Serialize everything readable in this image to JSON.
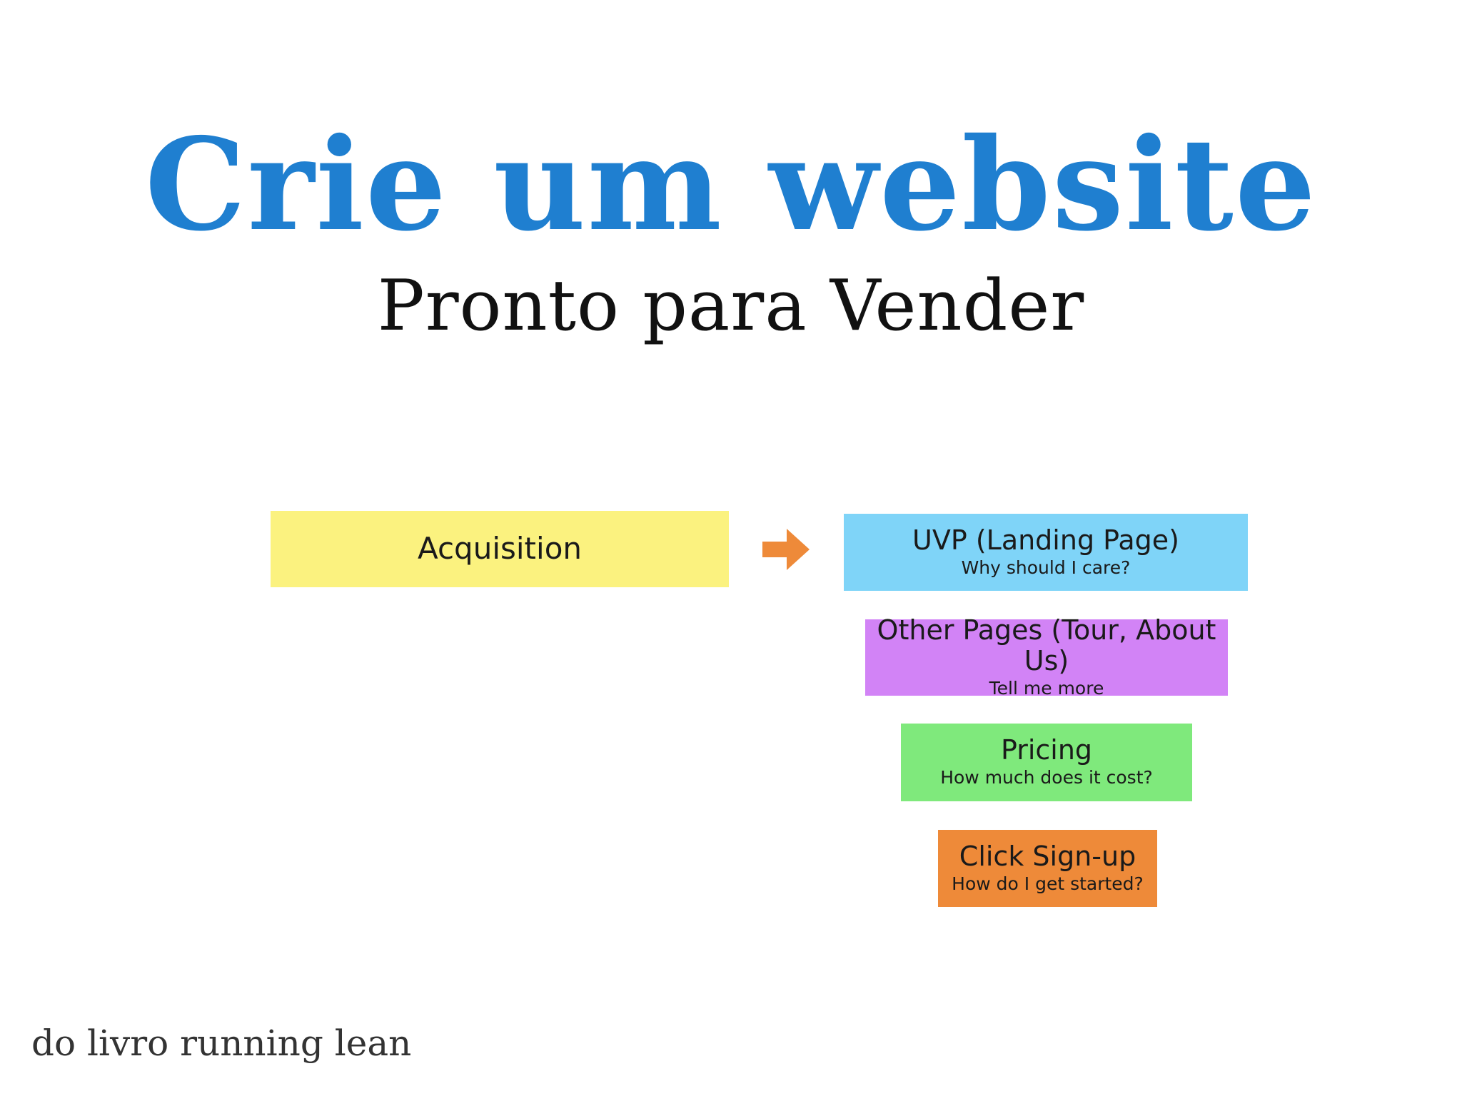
{
  "title": "Crie um website",
  "subtitle": "Pronto para Vender",
  "footer": "do livro running lean",
  "colors": {
    "title": "#1f7fd0",
    "acquisition": "#fbf27f",
    "uvp": "#7fd4f8",
    "other_pages": "#d283f6",
    "pricing": "#7fe97c",
    "click_signup": "#ee8a39",
    "arrow": "#ee8a39"
  },
  "diagram": {
    "acquisition": {
      "label": "Acquisition"
    },
    "arrow_icon": "arrow-right-icon",
    "steps": [
      {
        "label": "UVP (Landing Page)",
        "sublabel": "Why should I care?"
      },
      {
        "label": "Other Pages (Tour, About Us)",
        "sublabel": "Tell me more"
      },
      {
        "label": "Pricing",
        "sublabel": "How much does it cost?"
      },
      {
        "label": "Click Sign-up",
        "sublabel": "How do I get started?"
      }
    ]
  }
}
